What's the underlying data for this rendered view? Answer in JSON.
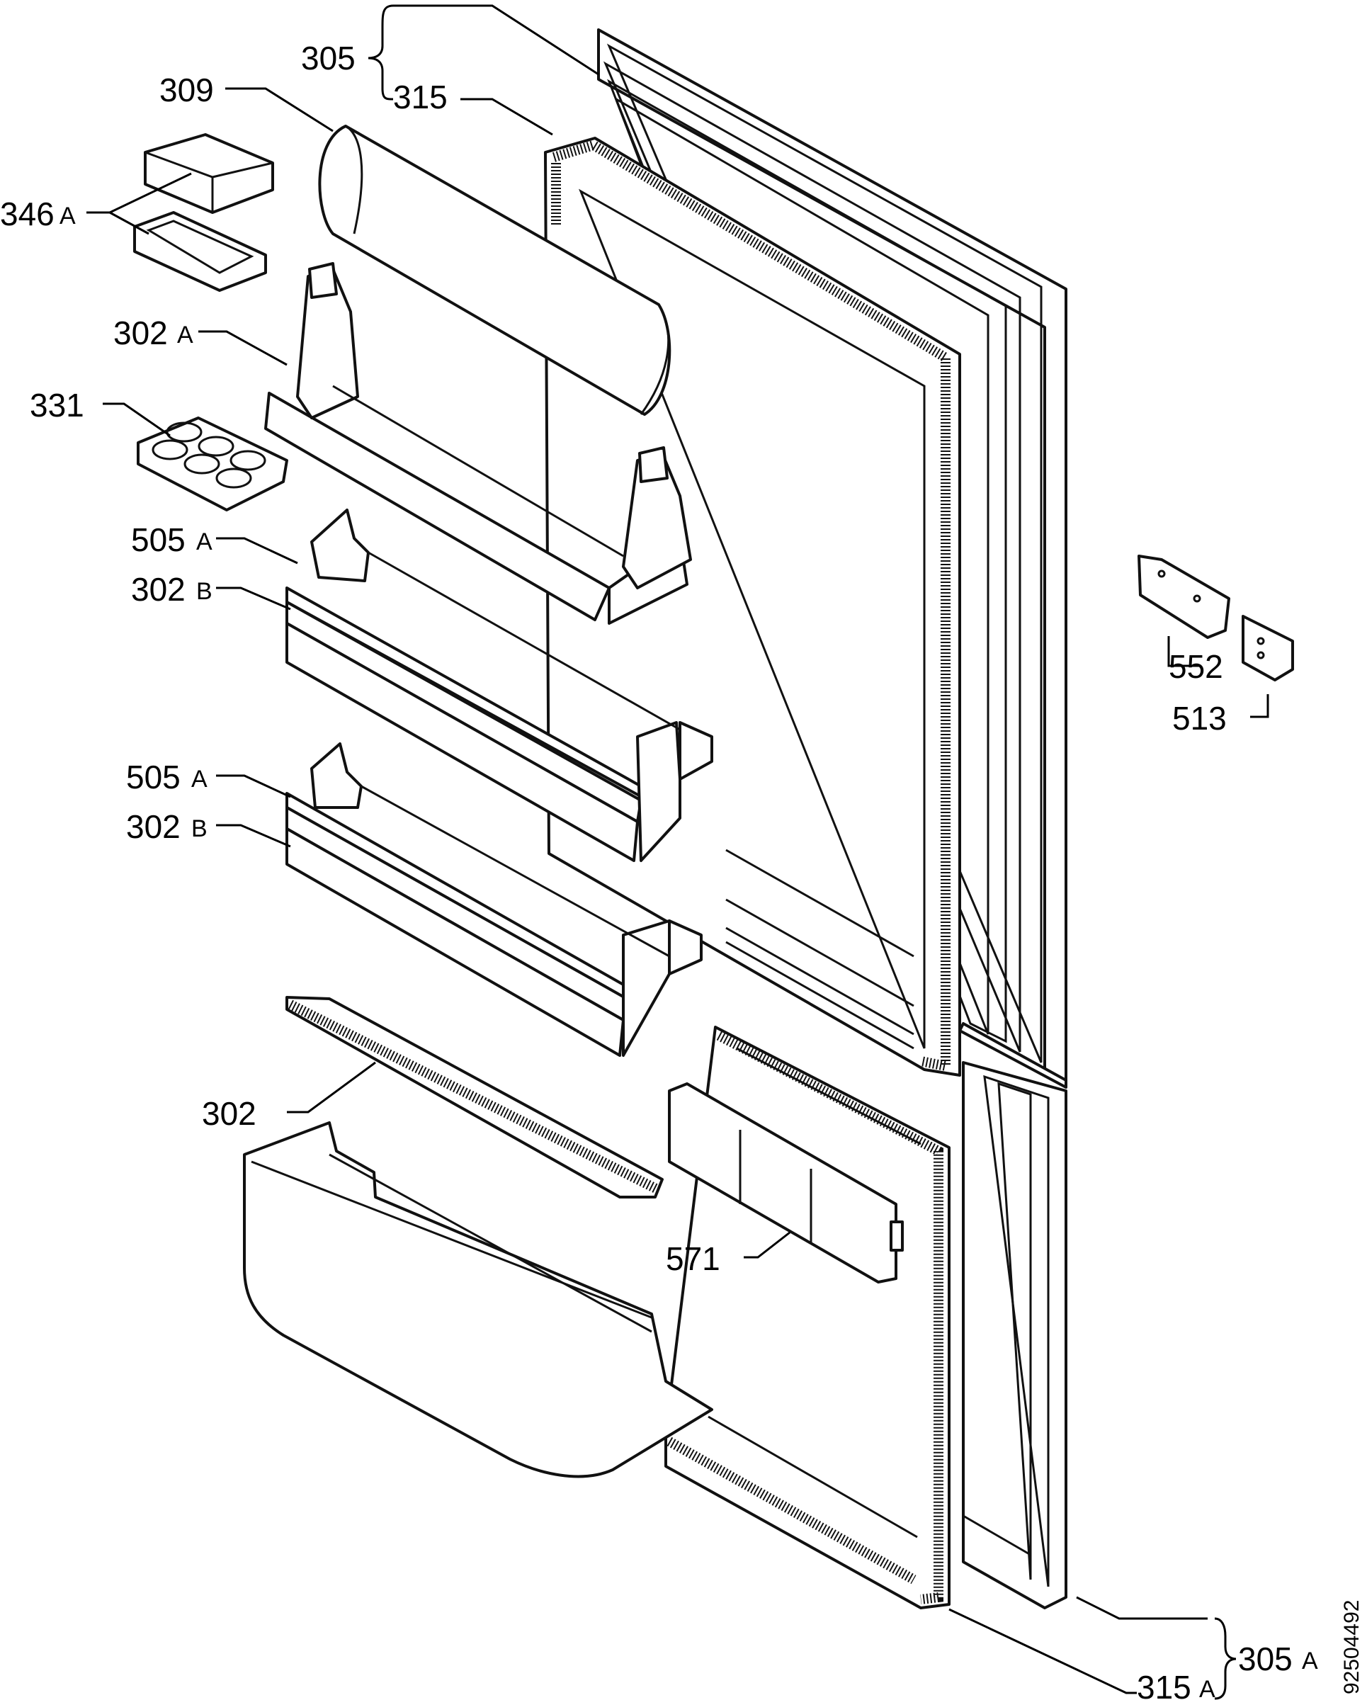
{
  "labels": {
    "l305": "305",
    "l315": "315",
    "l309": "309",
    "l346": "346",
    "l346s": "A",
    "l302a": "302",
    "l302as": "A",
    "l331": "331",
    "l505a1": "505",
    "l505a1s": "A",
    "l302b1": "302",
    "l302b1s": "B",
    "l505a2": "505",
    "l505a2s": "A",
    "l302b2": "302",
    "l302b2s": "B",
    "l302": "302",
    "l552": "552",
    "l513": "513",
    "l571": "571",
    "l305a": "305",
    "l305as": "A",
    "l315a": "315",
    "l315as": "A"
  },
  "drawing_code": "92504492"
}
